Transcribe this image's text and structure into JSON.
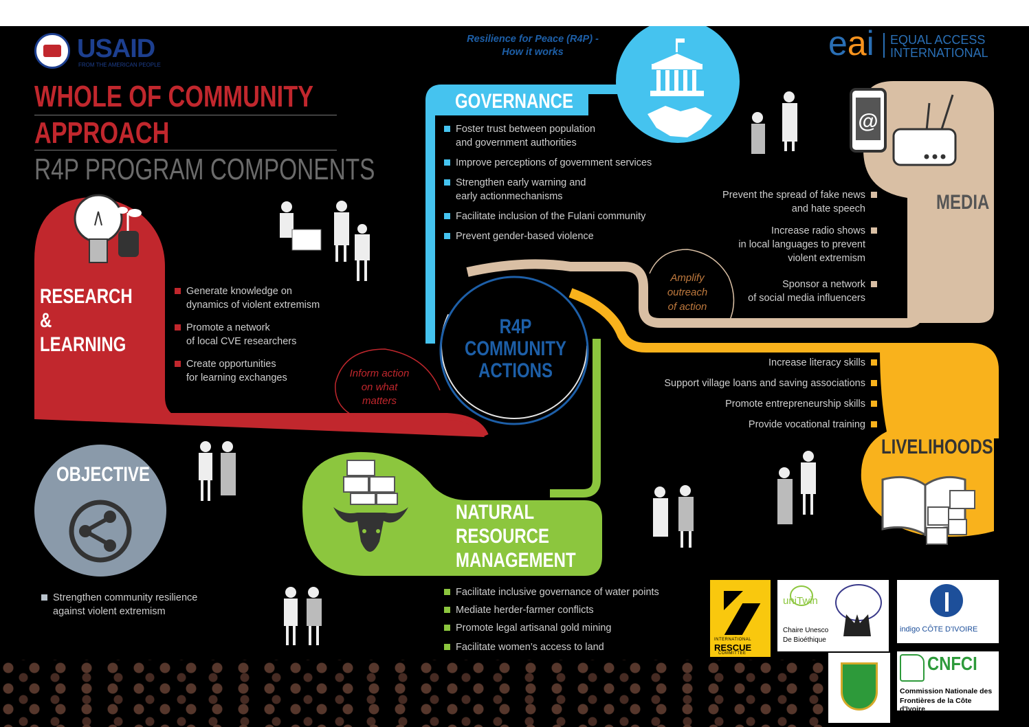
{
  "header": {
    "usaid": {
      "name": "USAID",
      "tagline": "FROM THE AMERICAN PEOPLE"
    },
    "subtitle": "Resilience for Peace (R4P) -\nHow it works",
    "eai": {
      "name_line1": "EQUAL ACCESS",
      "name_line2": "INTERNATIONAL"
    }
  },
  "title": {
    "line1": "WHOLE OF COMMUNITY",
    "line2": "APPROACH",
    "line3": "R4P PROGRAM COMPONENTS"
  },
  "center": {
    "label": "R4P\nCOMMUNITY\nACTIONS"
  },
  "governance": {
    "title": "GOVERNANCE",
    "items": [
      "Foster trust between population\nand government authorities",
      "Improve perceptions of government services",
      "Strengthen early warning and\nearly actionmechanisms",
      "Facilitate inclusion of the Fulani community",
      "Prevent gender-based violence"
    ]
  },
  "media": {
    "title": "MEDIA",
    "items": [
      "Prevent the spread of fake news\nand hate speech",
      "Increase radio shows\nin local languages to prevent\nviolent extremism",
      "Sponsor a network\nof social media influencers"
    ],
    "connector": "Amplify\noutreach\nof action"
  },
  "research": {
    "title": "RESEARCH\n&\nLEARNING",
    "items": [
      "Generate knowledge on\ndynamics of violent extremism",
      "Promote a network\nof local CVE researchers",
      "Create opportunities\nfor learning exchanges"
    ],
    "connector": "Inform action\non what\nmatters"
  },
  "livelihoods": {
    "title": "LIVELIHOODS",
    "items": [
      "Increase literacy skills",
      "Support village loans and saving associations",
      "Promote entrepreneurship skills",
      "Provide vocational training"
    ]
  },
  "nrm": {
    "title": "NATURAL\nRESOURCE\nMANAGEMENT",
    "items": [
      "Facilitate inclusive governance of water points",
      "Mediate herder-farmer conflicts",
      "Promote legal artisanal gold mining",
      "Facilitate women’s access to land"
    ]
  },
  "objective": {
    "title": "OBJECTIVE",
    "items": [
      "Strengthen community resilience\nagainst violent extremism"
    ]
  },
  "partners": {
    "irc": {
      "line1": "INTERNATIONAL",
      "line2": "RESCUE",
      "line3": "COMMITTEE"
    },
    "unitwin": {
      "name": "uniTwin",
      "line1": "Chaire Unesco",
      "line2": "De Bioéthique"
    },
    "indigo": {
      "name": "indigo CÔTE D'IVOIRE"
    },
    "cnfci": {
      "name": "CNFCI",
      "line1": "Commission Nationale des",
      "line2": "Frontières de la Côte d'Ivoire"
    }
  },
  "icons": [
    "capitol-icon",
    "handshake-icon",
    "smartphone-icon",
    "radio-icon",
    "lightbulb-icon",
    "gold-bars-icon",
    "bull-icon",
    "book-icon",
    "share-icon",
    "people-icon"
  ],
  "colors": {
    "governance": "#45c3ef",
    "media": "#d9bfa4",
    "research": "#c1272d",
    "livelihoods": "#f9b21c",
    "nrm": "#8cc63e",
    "objective": "#8a9aaa",
    "center": "#1d5fa8",
    "usaid_blue": "#1d3f8f",
    "usaid_red": "#c1272d",
    "eai_blue": "#2a6fb5"
  }
}
